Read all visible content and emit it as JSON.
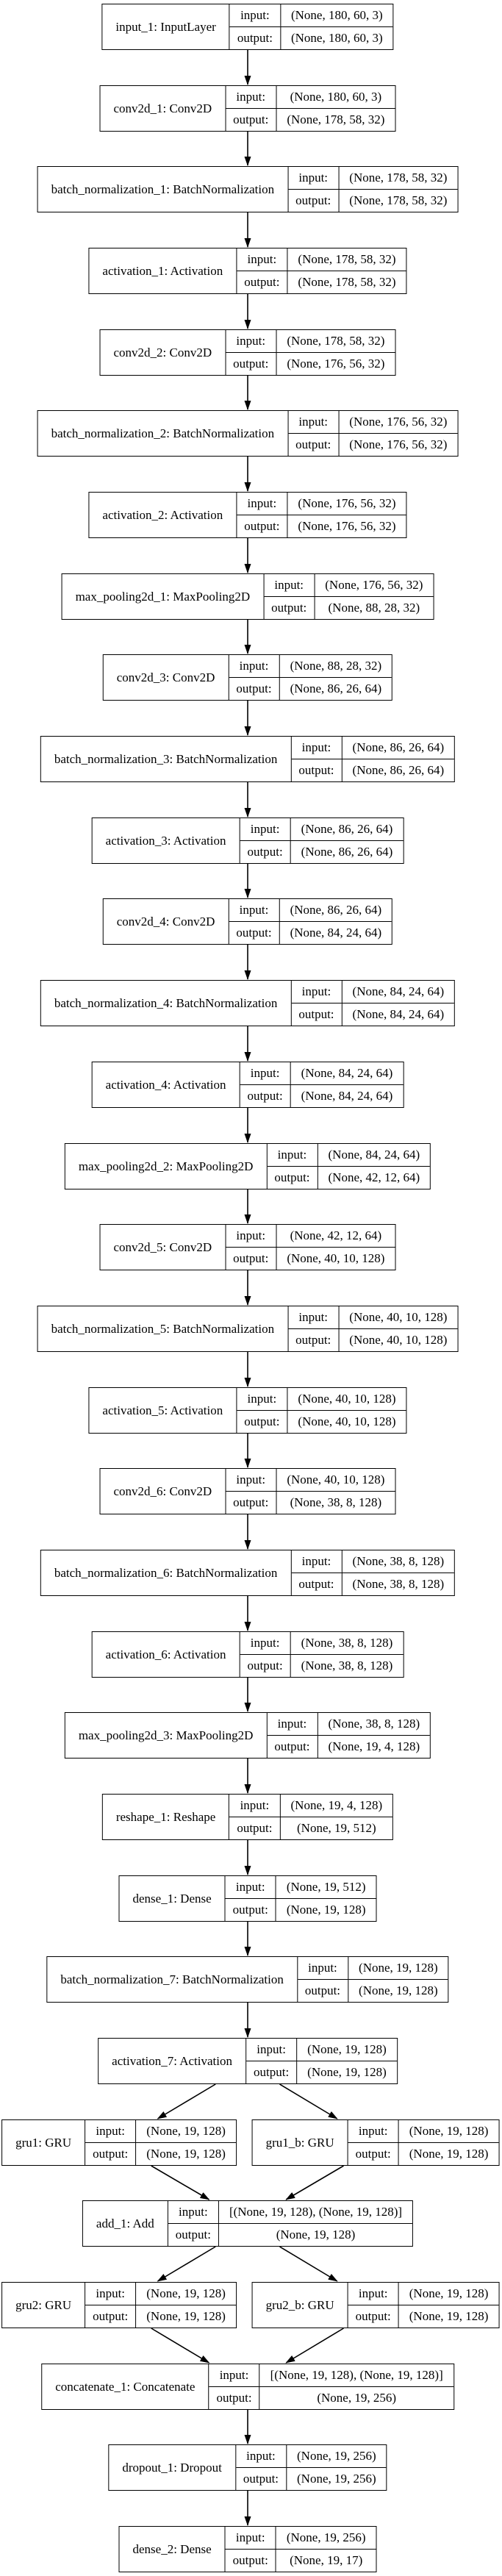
{
  "diagram": {
    "background_color": "#ffffff",
    "line_color": "#000000",
    "text_color": "#000000",
    "row_labels": {
      "input": "input:",
      "output": "output:"
    },
    "nodes": [
      {
        "id": "input_1",
        "label": "input_1: InputLayer",
        "input": "(None, 180, 60, 3)",
        "output": "(None, 180, 60, 3)",
        "row": 0,
        "col": "center"
      },
      {
        "id": "conv2d_1",
        "label": "conv2d_1: Conv2D",
        "input": "(None, 180, 60, 3)",
        "output": "(None, 178, 58, 32)",
        "row": 1,
        "col": "center"
      },
      {
        "id": "batch_normalization_1",
        "label": "batch_normalization_1: BatchNormalization",
        "input": "(None, 178, 58, 32)",
        "output": "(None, 178, 58, 32)",
        "row": 2,
        "col": "center"
      },
      {
        "id": "activation_1",
        "label": "activation_1: Activation",
        "input": "(None, 178, 58, 32)",
        "output": "(None, 178, 58, 32)",
        "row": 3,
        "col": "center"
      },
      {
        "id": "conv2d_2",
        "label": "conv2d_2: Conv2D",
        "input": "(None, 178, 58, 32)",
        "output": "(None, 176, 56, 32)",
        "row": 4,
        "col": "center"
      },
      {
        "id": "batch_normalization_2",
        "label": "batch_normalization_2: BatchNormalization",
        "input": "(None, 176, 56, 32)",
        "output": "(None, 176, 56, 32)",
        "row": 5,
        "col": "center"
      },
      {
        "id": "activation_2",
        "label": "activation_2: Activation",
        "input": "(None, 176, 56, 32)",
        "output": "(None, 176, 56, 32)",
        "row": 6,
        "col": "center"
      },
      {
        "id": "max_pooling2d_1",
        "label": "max_pooling2d_1: MaxPooling2D",
        "input": "(None, 176, 56, 32)",
        "output": "(None, 88, 28, 32)",
        "row": 7,
        "col": "center"
      },
      {
        "id": "conv2d_3",
        "label": "conv2d_3: Conv2D",
        "input": "(None, 88, 28, 32)",
        "output": "(None, 86, 26, 64)",
        "row": 8,
        "col": "center"
      },
      {
        "id": "batch_normalization_3",
        "label": "batch_normalization_3: BatchNormalization",
        "input": "(None, 86, 26, 64)",
        "output": "(None, 86, 26, 64)",
        "row": 9,
        "col": "center"
      },
      {
        "id": "activation_3",
        "label": "activation_3: Activation",
        "input": "(None, 86, 26, 64)",
        "output": "(None, 86, 26, 64)",
        "row": 10,
        "col": "center"
      },
      {
        "id": "conv2d_4",
        "label": "conv2d_4: Conv2D",
        "input": "(None, 86, 26, 64)",
        "output": "(None, 84, 24, 64)",
        "row": 11,
        "col": "center"
      },
      {
        "id": "batch_normalization_4",
        "label": "batch_normalization_4: BatchNormalization",
        "input": "(None, 84, 24, 64)",
        "output": "(None, 84, 24, 64)",
        "row": 12,
        "col": "center"
      },
      {
        "id": "activation_4",
        "label": "activation_4: Activation",
        "input": "(None, 84, 24, 64)",
        "output": "(None, 84, 24, 64)",
        "row": 13,
        "col": "center"
      },
      {
        "id": "max_pooling2d_2",
        "label": "max_pooling2d_2: MaxPooling2D",
        "input": "(None, 84, 24, 64)",
        "output": "(None, 42, 12, 64)",
        "row": 14,
        "col": "center"
      },
      {
        "id": "conv2d_5",
        "label": "conv2d_5: Conv2D",
        "input": "(None, 42, 12, 64)",
        "output": "(None, 40, 10, 128)",
        "row": 15,
        "col": "center"
      },
      {
        "id": "batch_normalization_5",
        "label": "batch_normalization_5: BatchNormalization",
        "input": "(None, 40, 10, 128)",
        "output": "(None, 40, 10, 128)",
        "row": 16,
        "col": "center"
      },
      {
        "id": "activation_5",
        "label": "activation_5: Activation",
        "input": "(None, 40, 10, 128)",
        "output": "(None, 40, 10, 128)",
        "row": 17,
        "col": "center"
      },
      {
        "id": "conv2d_6",
        "label": "conv2d_6: Conv2D",
        "input": "(None, 40, 10, 128)",
        "output": "(None, 38, 8, 128)",
        "row": 18,
        "col": "center"
      },
      {
        "id": "batch_normalization_6",
        "label": "batch_normalization_6: BatchNormalization",
        "input": "(None, 38, 8, 128)",
        "output": "(None, 38, 8, 128)",
        "row": 19,
        "col": "center"
      },
      {
        "id": "activation_6",
        "label": "activation_6: Activation",
        "input": "(None, 38, 8, 128)",
        "output": "(None, 38, 8, 128)",
        "row": 20,
        "col": "center"
      },
      {
        "id": "max_pooling2d_3",
        "label": "max_pooling2d_3: MaxPooling2D",
        "input": "(None, 38, 8, 128)",
        "output": "(None, 19, 4, 128)",
        "row": 21,
        "col": "center"
      },
      {
        "id": "reshape_1",
        "label": "reshape_1: Reshape",
        "input": "(None, 19, 4, 128)",
        "output": "(None, 19, 512)",
        "row": 22,
        "col": "center"
      },
      {
        "id": "dense_1",
        "label": "dense_1: Dense",
        "input": "(None, 19, 512)",
        "output": "(None, 19, 128)",
        "row": 23,
        "col": "center"
      },
      {
        "id": "batch_normalization_7",
        "label": "batch_normalization_7: BatchNormalization",
        "input": "(None, 19, 128)",
        "output": "(None, 19, 128)",
        "row": 24,
        "col": "center"
      },
      {
        "id": "activation_7",
        "label": "activation_7: Activation",
        "input": "(None, 19, 128)",
        "output": "(None, 19, 128)",
        "row": 25,
        "col": "center"
      },
      {
        "id": "gru1",
        "label": "gru1: GRU",
        "input": "(None, 19, 128)",
        "output": "(None, 19, 128)",
        "row": 26,
        "col": "left"
      },
      {
        "id": "gru1_b",
        "label": "gru1_b: GRU",
        "input": "(None, 19, 128)",
        "output": "(None, 19, 128)",
        "row": 26,
        "col": "right"
      },
      {
        "id": "add_1",
        "label": "add_1: Add",
        "input": "[(None, 19, 128), (None, 19, 128)]",
        "output": "(None, 19, 128)",
        "row": 27,
        "col": "center"
      },
      {
        "id": "gru2",
        "label": "gru2: GRU",
        "input": "(None, 19, 128)",
        "output": "(None, 19, 128)",
        "row": 28,
        "col": "left"
      },
      {
        "id": "gru2_b",
        "label": "gru2_b: GRU",
        "input": "(None, 19, 128)",
        "output": "(None, 19, 128)",
        "row": 28,
        "col": "right"
      },
      {
        "id": "concatenate_1",
        "label": "concatenate_1: Concatenate",
        "input": "[(None, 19, 128), (None, 19, 128)]",
        "output": "(None, 19, 256)",
        "row": 29,
        "col": "center"
      },
      {
        "id": "dropout_1",
        "label": "dropout_1: Dropout",
        "input": "(None, 19, 256)",
        "output": "(None, 19, 256)",
        "row": 30,
        "col": "center"
      },
      {
        "id": "dense_2",
        "label": "dense_2: Dense",
        "input": "(None, 19, 256)",
        "output": "(None, 19, 17)",
        "row": 31,
        "col": "center"
      }
    ],
    "edges": [
      [
        "input_1",
        "conv2d_1"
      ],
      [
        "conv2d_1",
        "batch_normalization_1"
      ],
      [
        "batch_normalization_1",
        "activation_1"
      ],
      [
        "activation_1",
        "conv2d_2"
      ],
      [
        "conv2d_2",
        "batch_normalization_2"
      ],
      [
        "batch_normalization_2",
        "activation_2"
      ],
      [
        "activation_2",
        "max_pooling2d_1"
      ],
      [
        "max_pooling2d_1",
        "conv2d_3"
      ],
      [
        "conv2d_3",
        "batch_normalization_3"
      ],
      [
        "batch_normalization_3",
        "activation_3"
      ],
      [
        "activation_3",
        "conv2d_4"
      ],
      [
        "conv2d_4",
        "batch_normalization_4"
      ],
      [
        "batch_normalization_4",
        "activation_4"
      ],
      [
        "activation_4",
        "max_pooling2d_2"
      ],
      [
        "max_pooling2d_2",
        "conv2d_5"
      ],
      [
        "conv2d_5",
        "batch_normalization_5"
      ],
      [
        "batch_normalization_5",
        "activation_5"
      ],
      [
        "activation_5",
        "conv2d_6"
      ],
      [
        "conv2d_6",
        "batch_normalization_6"
      ],
      [
        "batch_normalization_6",
        "activation_6"
      ],
      [
        "activation_6",
        "max_pooling2d_3"
      ],
      [
        "max_pooling2d_3",
        "reshape_1"
      ],
      [
        "reshape_1",
        "dense_1"
      ],
      [
        "dense_1",
        "batch_normalization_7"
      ],
      [
        "batch_normalization_7",
        "activation_7"
      ],
      [
        "activation_7",
        "gru1"
      ],
      [
        "activation_7",
        "gru1_b"
      ],
      [
        "gru1",
        "add_1"
      ],
      [
        "gru1_b",
        "add_1"
      ],
      [
        "add_1",
        "gru2"
      ],
      [
        "add_1",
        "gru2_b"
      ],
      [
        "gru2",
        "concatenate_1"
      ],
      [
        "gru2_b",
        "concatenate_1"
      ],
      [
        "concatenate_1",
        "dropout_1"
      ],
      [
        "dropout_1",
        "dense_2"
      ]
    ]
  }
}
